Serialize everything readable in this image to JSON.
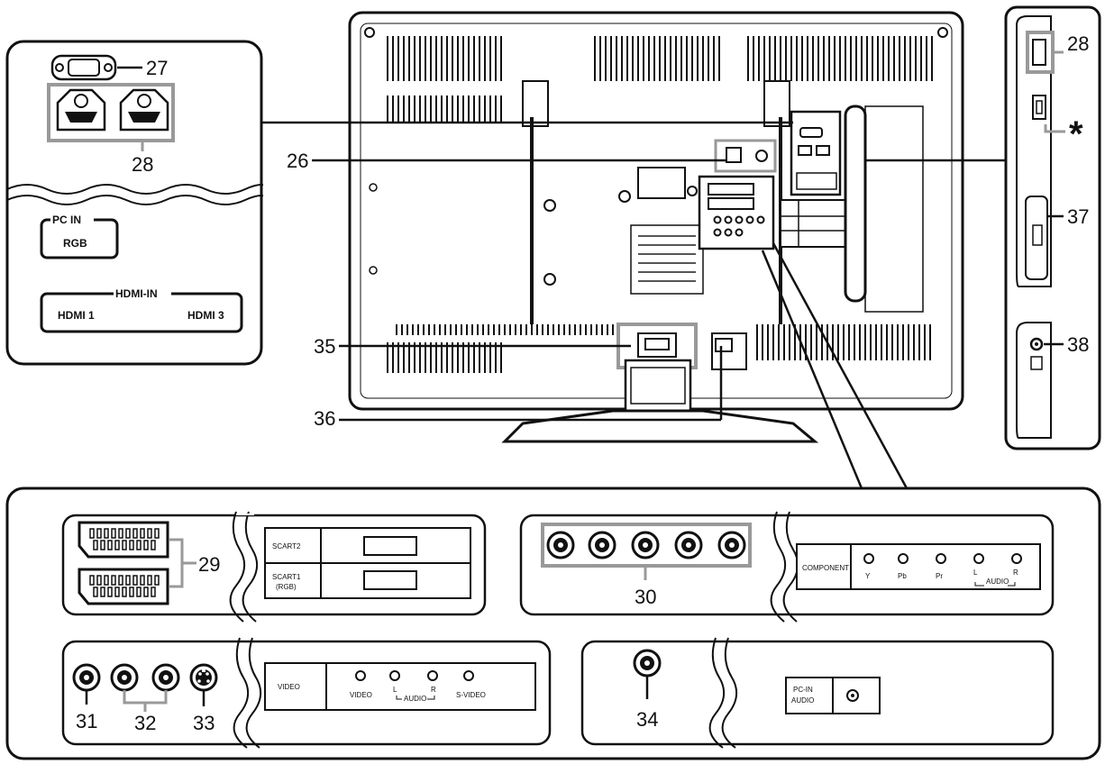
{
  "callouts": {
    "c26": "26",
    "c27": "27",
    "c28a": "28",
    "c28b": "28",
    "c29": "29",
    "c30": "30",
    "c31": "31",
    "c32": "32",
    "c33": "33",
    "c34": "34",
    "c35": "35",
    "c36": "36",
    "c37": "37",
    "c38": "38",
    "star": "*"
  },
  "left_panel": {
    "pc_in": "PC IN",
    "rgb": "RGB",
    "hdmi_in": "HDMI-IN",
    "hdmi1": "HDMI 1",
    "hdmi3": "HDMI 3"
  },
  "scart_panel": {
    "scart2": "SCART2",
    "scart1": "SCART1",
    "scart1_sub": "(RGB)"
  },
  "component_panel": {
    "component": "COMPONENT",
    "y": "Y",
    "pb": "Pb",
    "pr": "Pr",
    "l": "L",
    "r": "R",
    "audio": "AUDIO"
  },
  "video_panel": {
    "video_title": "VIDEO",
    "video": "VIDEO",
    "l": "L",
    "r": "R",
    "audio": "AUDIO",
    "svideo": "S-VIDEO"
  },
  "pc_audio_panel": {
    "pc_in": "PC-IN",
    "audio": "AUDIO"
  },
  "colors": {
    "line": "#111111",
    "grey": "#999999",
    "lightgrey": "#cccccc"
  }
}
